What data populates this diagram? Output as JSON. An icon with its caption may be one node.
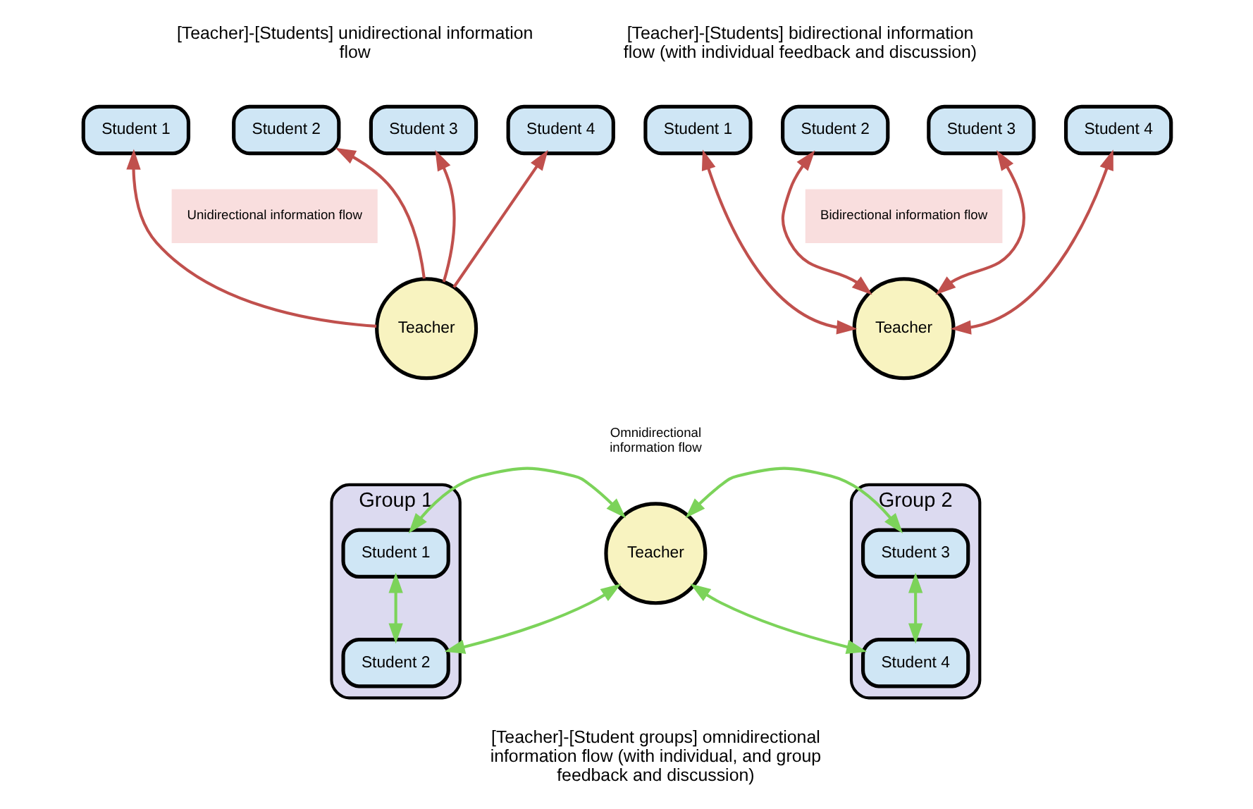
{
  "diagram": {
    "nodes": [
      {
        "text": [
          "Student 1"
        ]
      },
      {
        "text": [
          "Student 2"
        ]
      },
      {
        "text": [
          "Student 3"
        ]
      },
      {
        "text": [
          "Student 4"
        ]
      },
      {
        "text": [
          "Teacher"
        ]
      },
      {
        "text": [
          "Student 1"
        ]
      },
      {
        "text": [
          "Student 2"
        ]
      },
      {
        "text": [
          "Student 3"
        ]
      },
      {
        "text": [
          "Student 4"
        ]
      },
      {
        "text": [
          "Teacher"
        ]
      },
      {
        "text": [
          "Group 1"
        ]
      },
      {
        "text": [
          "Student 1"
        ],
        "in": 10
      },
      {
        "text": [
          "Student 2"
        ],
        "in": 10
      },
      {
        "text": [
          "Teacher"
        ]
      },
      {
        "text": [
          "Group 2"
        ]
      },
      {
        "text": [
          "Student 3"
        ],
        "in": 14
      },
      {
        "text": [
          "Student 4"
        ],
        "in": 14
      }
    ],
    "edges": [
      {
        "from": 4,
        "to": 0,
        "arrow": "to"
      },
      {
        "from": 4,
        "to": 1,
        "arrow": "to"
      },
      {
        "from": 4,
        "to": 2,
        "arrow": "to"
      },
      {
        "from": 4,
        "to": 3,
        "arrow": "to"
      },
      {
        "from": 9,
        "to": 5,
        "arrow": "both"
      },
      {
        "from": 9,
        "to": 6,
        "arrow": "both"
      },
      {
        "from": 9,
        "to": 7,
        "arrow": "both"
      },
      {
        "from": 9,
        "to": 8,
        "arrow": "both"
      },
      {
        "from": 11,
        "to": 13,
        "arrow": "both",
        "color": "#7cd35a"
      },
      {
        "from": 12,
        "to": 13,
        "arrow": "both",
        "color": "#7cd35a"
      },
      {
        "from": 11,
        "to": 12,
        "arrow": "both",
        "color": "#7cd35a"
      },
      {
        "from": 15,
        "to": 13,
        "arrow": "both",
        "color": "#7cd35a"
      },
      {
        "from": 16,
        "to": 13,
        "arrow": "both",
        "color": "#7cd35a"
      },
      {
        "from": 15,
        "to": 16,
        "arrow": "both",
        "color": "#7cd35a"
      }
    ],
    "labels": [
      "[Teacher]-[Students] unidirectional information flow",
      "[Teacher]-[Students] bidirectional information flow (with individual feedback and discussion)",
      "Unidirectional information flow",
      "Bidirectional information flow",
      "Omnidirectional information flow",
      "[Teacher]-[Student groups] omnidirectional information flow (with individual, and group feedback and discussion)"
    ]
  }
}
